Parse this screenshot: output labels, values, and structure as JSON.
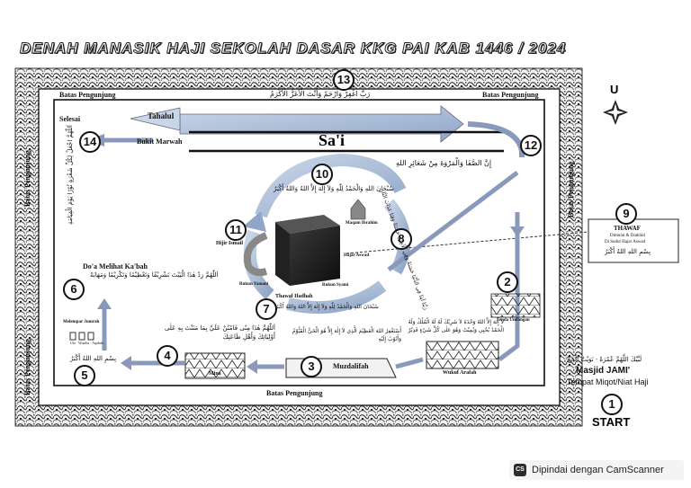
{
  "title": "DENAH MANASIK HAJI SEKOLAH DASAR KKG PAI KAB 1446 / 2024",
  "compass": "U",
  "batas": {
    "top_left": "Batas Pengunjung",
    "top_right": "Batas Pengunjung",
    "left_upper": "Batas Pengunjung",
    "left_lower": "Batas Pengunjung",
    "right": "Batas Pengunjung",
    "bottom": "Batas Pengunjung"
  },
  "stations": {
    "s1": {
      "num": "1",
      "start": "START",
      "line1": "Masjid JAMI'",
      "line2": "Tempat Miqot/Niat Haji",
      "arabic": "لَبَّيْكَ اللَّهُمَّ عُمْرَةً · نَوَيْتُ الْحَجَّ"
    },
    "s2": {
      "num": "2",
      "label": "Tenda Undangan"
    },
    "s3": {
      "num": "3",
      "label": "Muzdalifah",
      "arabic": "أَسْتَغْفِرُ اللهَ الْعَظِيْمَ الَّذِي لاَ إِلٰهَ إِلاَّ هُوَ الْحَيُّ الْقَيُّوْمُ وَأَتُوْبُ إِلَيْهِ"
    },
    "s4": {
      "num": "4",
      "label": "Mina",
      "arabic": "اَللّٰهُمَّ هٰذَا مِنًى فَامْنُنْ عَلَيَّ بِمَا مَنَنْتَ بِهِ عَلٰى أَوْلِيَائِكَ وَأَهْلِ طَاعَتِكَ"
    },
    "s5": {
      "num": "5",
      "label": "Melempar Jumrah",
      "sub": "Ula · Wustha · Aqabah",
      "arabic": "بِسْمِ اللهِ اللهُ أَكْبَرُ"
    },
    "s6": {
      "num": "6",
      "label": "Do'a Melihat Ka'bah",
      "arabic": "اَللّٰهُمَّ زِدْ هٰذَا الْبَيْتَ تَشْرِيْفًا وَتَعْظِيْمًا وَتَكْرِيْمًا وَمَهَابَةً"
    },
    "s7": {
      "num": "7",
      "label": "Thawaf Ifadhah",
      "arabic": "سُبْحَانَ اللهِ وَالْحَمْدُ لِلّٰهِ وَلاَ إِلٰهَ إِلاَّ اللهُ وَاللهُ أَكْبَرُ"
    },
    "s8": {
      "num": "8",
      "arabic": "رَبَّنَا آتِنَا فِي الدُّنْيَا حَسَنَةً وَفِي الْآخِرَةِ حَسَنَةً وَقِنَا عَذَابَ النَّارِ"
    },
    "s9": {
      "num": "9",
      "label": "THAWAF",
      "line1": "Dimulai & Diakhiri",
      "line2": "Di Sudut Hajar Aswad",
      "arabic": "بِسْمِ اللهِ اللهُ أَكْبَرُ"
    },
    "s10": {
      "num": "10",
      "arabic": "سُبْحَانَ اللهِ وَالْحَمْدُ لِلّٰهِ وَلاَ إِلٰهَ إِلاَّ اللهُ وَاللهُ أَكْبَرُ"
    },
    "s11": {
      "num": "11",
      "label": "Hijir Ismail"
    },
    "s12": {
      "num": "12",
      "arabic": "إِنَّ الصَّفَا وَالْمَرْوَةَ مِنْ شَعَائِرِ اللهِ"
    },
    "s13": {
      "num": "13",
      "arabic": "رَبِّ اغْفِرْ وَارْحَمْ وَأَنْتَ الْأَعَزُّ الْأَكْرَمُ"
    },
    "s14": {
      "num": "14",
      "label": "Selesai",
      "arabic": "اَللّٰهُمَّ اجْعَلْ لِكُلِّ شَعْرَةٍ نُوْرًا يَوْمَ الْقِيَامَةِ"
    }
  },
  "kaabah": {
    "maqam": "Maqam Ibrahim",
    "hajar": "Hajar Aswad",
    "rukun_yamani": "Rukun Yamani",
    "rukun_syami": "Rukun Syami"
  },
  "wukuf": {
    "label": "Wukuf Arafah",
    "arabic": "لاَ إِلٰهَ إِلاَّ اللهُ وَحْدَهُ لاَ شَرِيْكَ لَهُ لَهُ الْمُلْكُ وَلَهُ الْحَمْدُ يُحْيِي وَيُمِيْتُ وَهُوَ عَلٰى كُلِّ شَيْءٍ قَدِيْرٌ"
  },
  "sai": {
    "label": "Sa'i",
    "tahalul": "Tahalul",
    "bukit_marwah": "Bukit Marwah"
  },
  "watermark": "Dipindai dengan CamScanner",
  "watermark_icon": "CS"
}
